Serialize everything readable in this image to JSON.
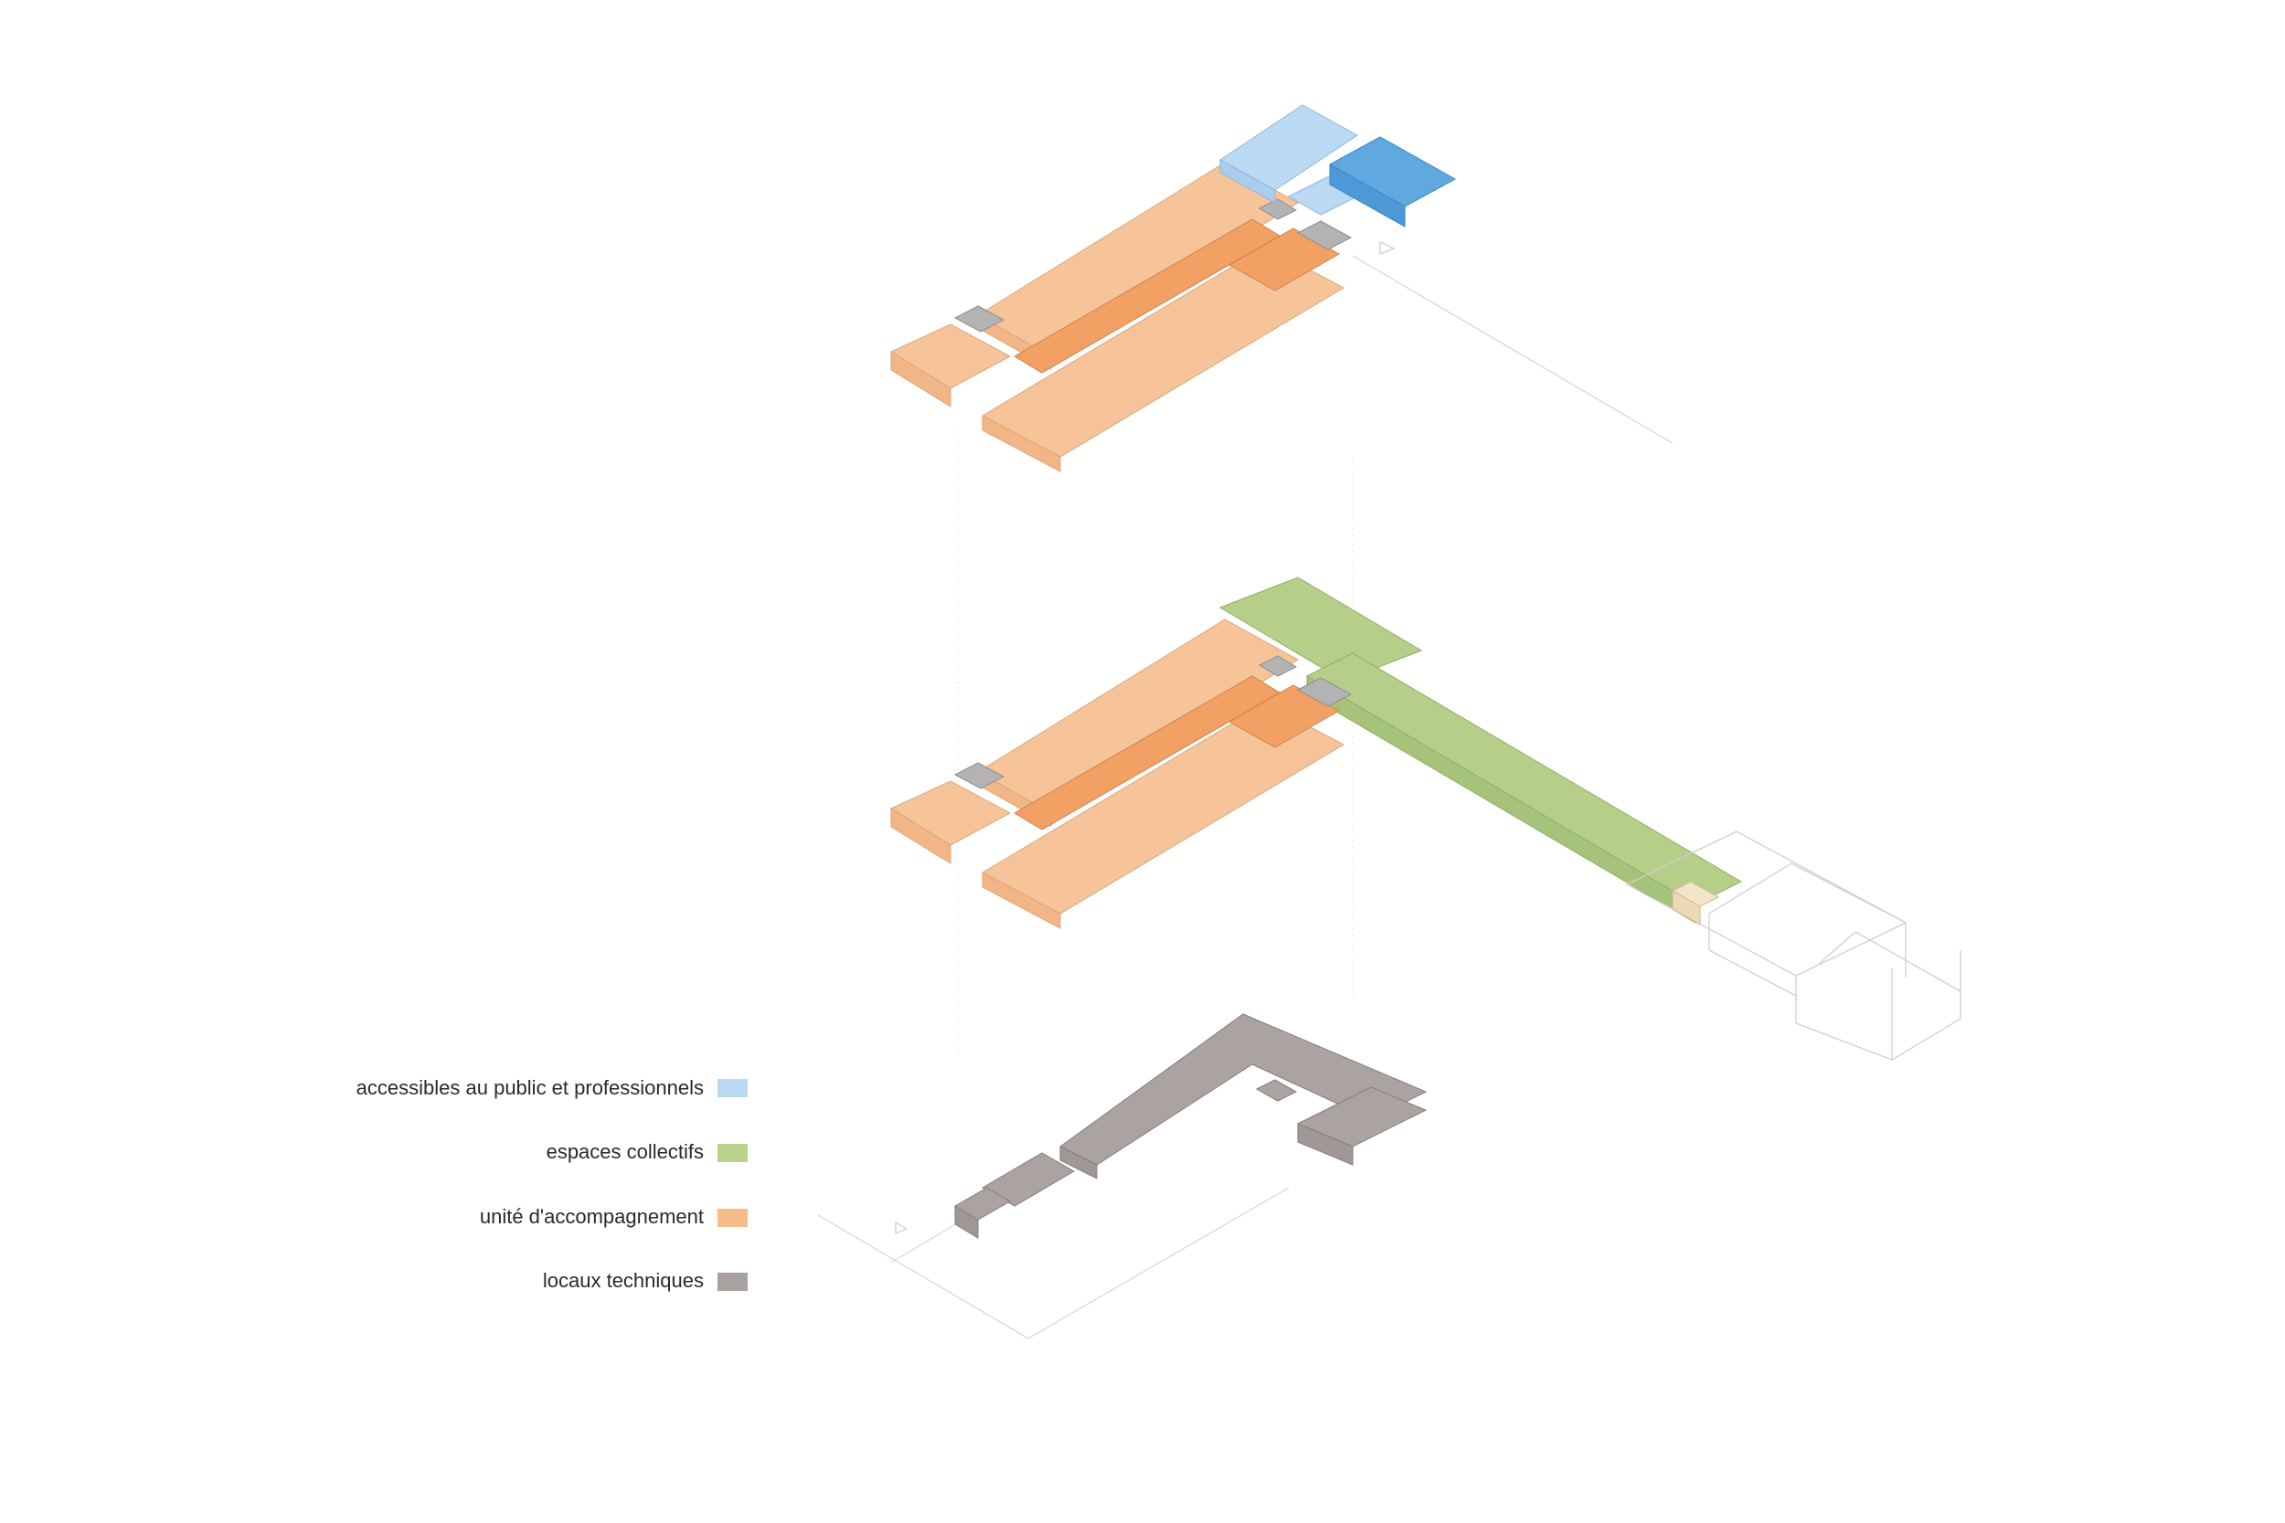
{
  "legend": {
    "items": [
      {
        "label": "accessibles au public et professionnels",
        "color": "#b9d8f2"
      },
      {
        "label": "espaces collectifs",
        "color": "#b9d28c"
      },
      {
        "label": "unité d'accompagnement",
        "color": "#f6bc8a"
      },
      {
        "label": "locaux techniques",
        "color": "#a8a19f"
      }
    ]
  },
  "palette": {
    "public_light": "#bcd9f3",
    "public_dark": "#5fa8e0",
    "collectif": "#b5cf88",
    "collectif_dark": "#9fbf6e",
    "unite_light": "#f7c49a",
    "unite_dark": "#f2a064",
    "technique": "#aaa3a1",
    "technique_light": "#b3b3b3",
    "annex": "#f3e5c8"
  }
}
